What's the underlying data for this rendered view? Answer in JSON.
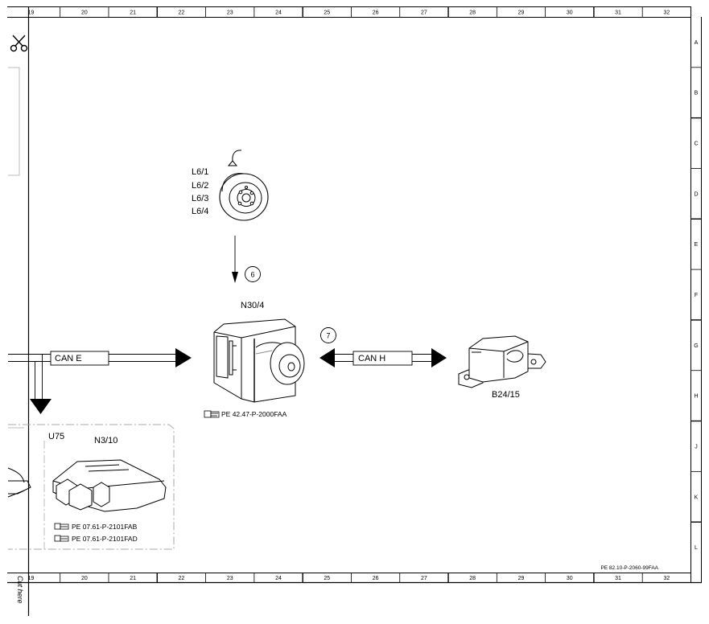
{
  "grid": {
    "columns": [
      "19",
      "20",
      "21",
      "22",
      "23",
      "24",
      "25",
      "26",
      "27",
      "28",
      "29",
      "30",
      "31",
      "32"
    ],
    "rows": [
      "A",
      "B",
      "C",
      "D",
      "E",
      "F",
      "G",
      "H",
      "J",
      "K",
      "L"
    ]
  },
  "cut_here": "Cut here",
  "components": {
    "wheel_sensors": [
      "L6/1",
      "L6/2",
      "L6/3",
      "L6/4"
    ],
    "abs_unit": "N30/4",
    "abs_ref": "PE 42.47-P-2000FAA",
    "yaw_sensor": "B24/15",
    "engine_group": "U75",
    "engine_ecu": "N3/10",
    "engine_refs": [
      "PE 07.61-P-2101FAB",
      "PE 07.61-P-2101FAD"
    ]
  },
  "signals": {
    "wheel_signal_number": "6",
    "yaw_signal_number": "7",
    "can_e": "CAN E",
    "can_h": "CAN H"
  },
  "document_ref": "PE 82.10-P-2060-99FAA"
}
